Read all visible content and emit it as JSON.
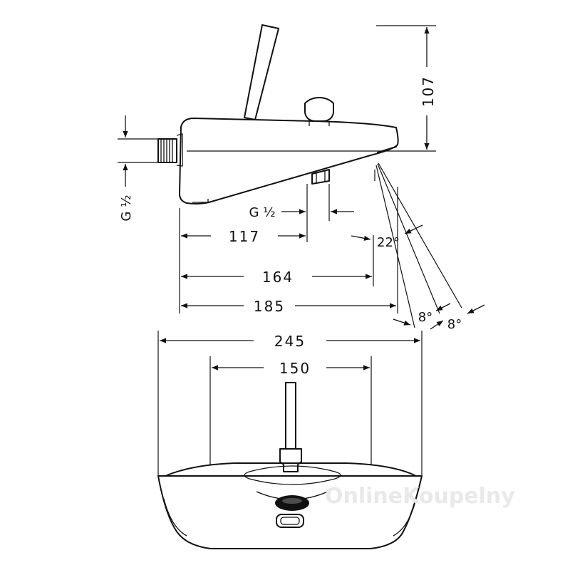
{
  "dimensions": {
    "height_107": "107",
    "thread_side": "G ½",
    "thread_bottom": "G ½",
    "len_117": "117",
    "len_164": "164",
    "len_185": "185",
    "width_245": "245",
    "width_150": "150"
  },
  "angles": {
    "a22": "22°",
    "a8_left": "8°",
    "a8_right": "8°"
  },
  "watermark": "OnlineKoupelny"
}
